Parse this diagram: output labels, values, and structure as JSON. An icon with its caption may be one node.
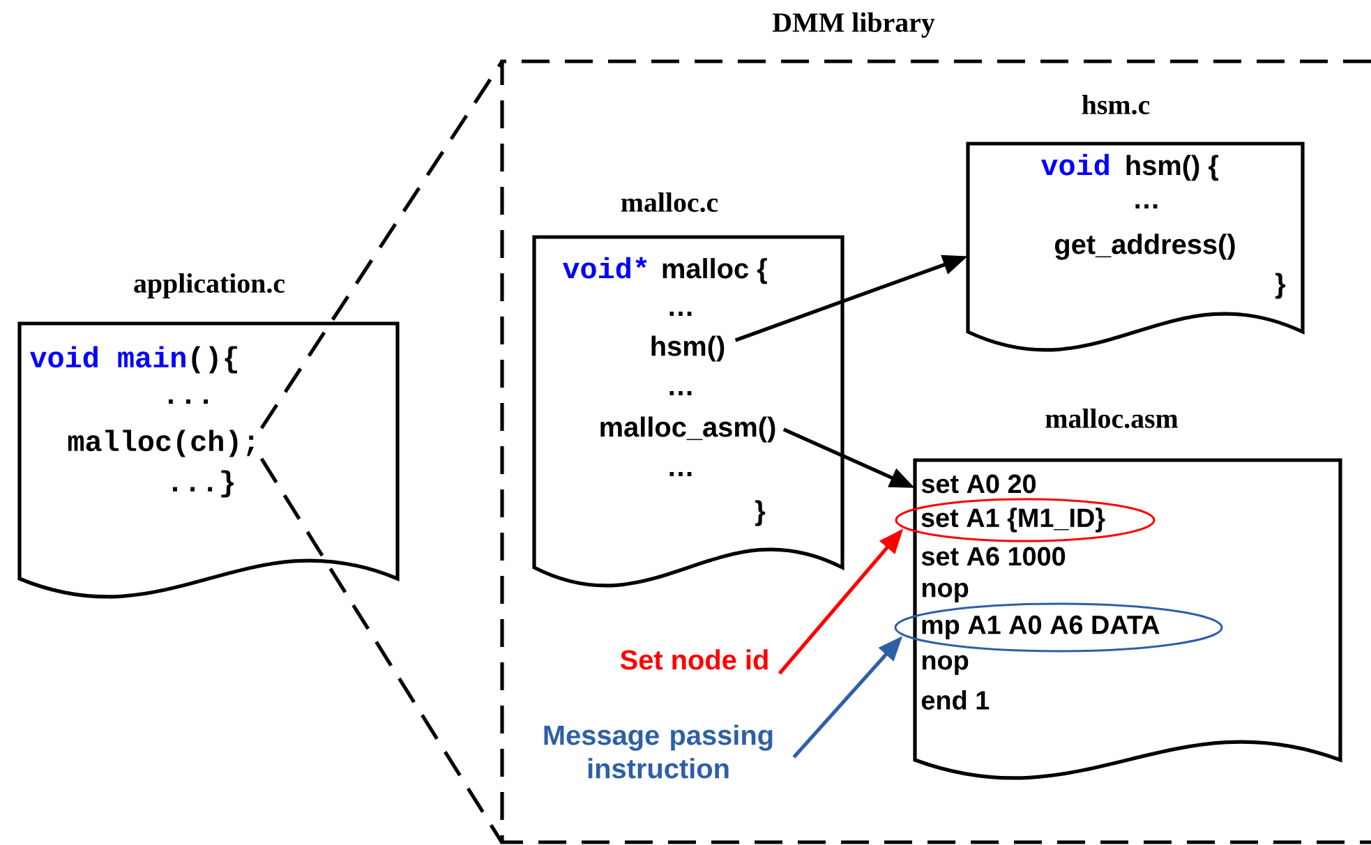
{
  "diagram": {
    "nodes": [
      {
        "text": [
          "DMM library"
        ]
      },
      {
        "text": [
          "application.c",
          "void main",
          "(){",
          "...",
          "...}"
        ]
      },
      {
        "text": [
          "malloc(ch);"
        ],
        "in": 1
      },
      {
        "text": [
          "malloc.c",
          "void*",
          "malloc {",
          "…",
          "…",
          "…",
          "}"
        ],
        "in": 0
      },
      {
        "text": [
          "hsm()"
        ],
        "in": 3
      },
      {
        "text": [
          "malloc_asm()"
        ],
        "in": 3
      },
      {
        "text": [
          "hsm.c",
          "void",
          "hsm() {",
          "…",
          "get_address()",
          "}"
        ],
        "in": 0
      },
      {
        "text": [
          "malloc.asm",
          "set A0 20",
          "set A6 1000",
          "nop",
          "nop",
          "end 1"
        ],
        "in": 0
      },
      {
        "text": [
          "set A1 {M1_ID}"
        ],
        "in": 7
      },
      {
        "text": [
          "mp A1 A0 A6 DATA"
        ],
        "in": 7
      },
      {
        "text": [
          "Set node id"
        ],
        "in": 0
      },
      {
        "text": [
          "Message passing instruction"
        ],
        "in": 0
      }
    ],
    "edges": [
      {
        "from": 2,
        "to": 0,
        "arrow": "none",
        "style": "dashed"
      },
      {
        "from": 2,
        "to": 0,
        "arrow": "none",
        "style": "dashed"
      },
      {
        "from": 4,
        "to": 6,
        "arrow": "to"
      },
      {
        "from": 5,
        "to": 7,
        "arrow": "to"
      },
      {
        "from": 10,
        "to": 8,
        "arrow": "to",
        "color": "#ff0000"
      },
      {
        "from": 11,
        "to": 9,
        "arrow": "to",
        "color": "#2e5fa8"
      }
    ]
  }
}
